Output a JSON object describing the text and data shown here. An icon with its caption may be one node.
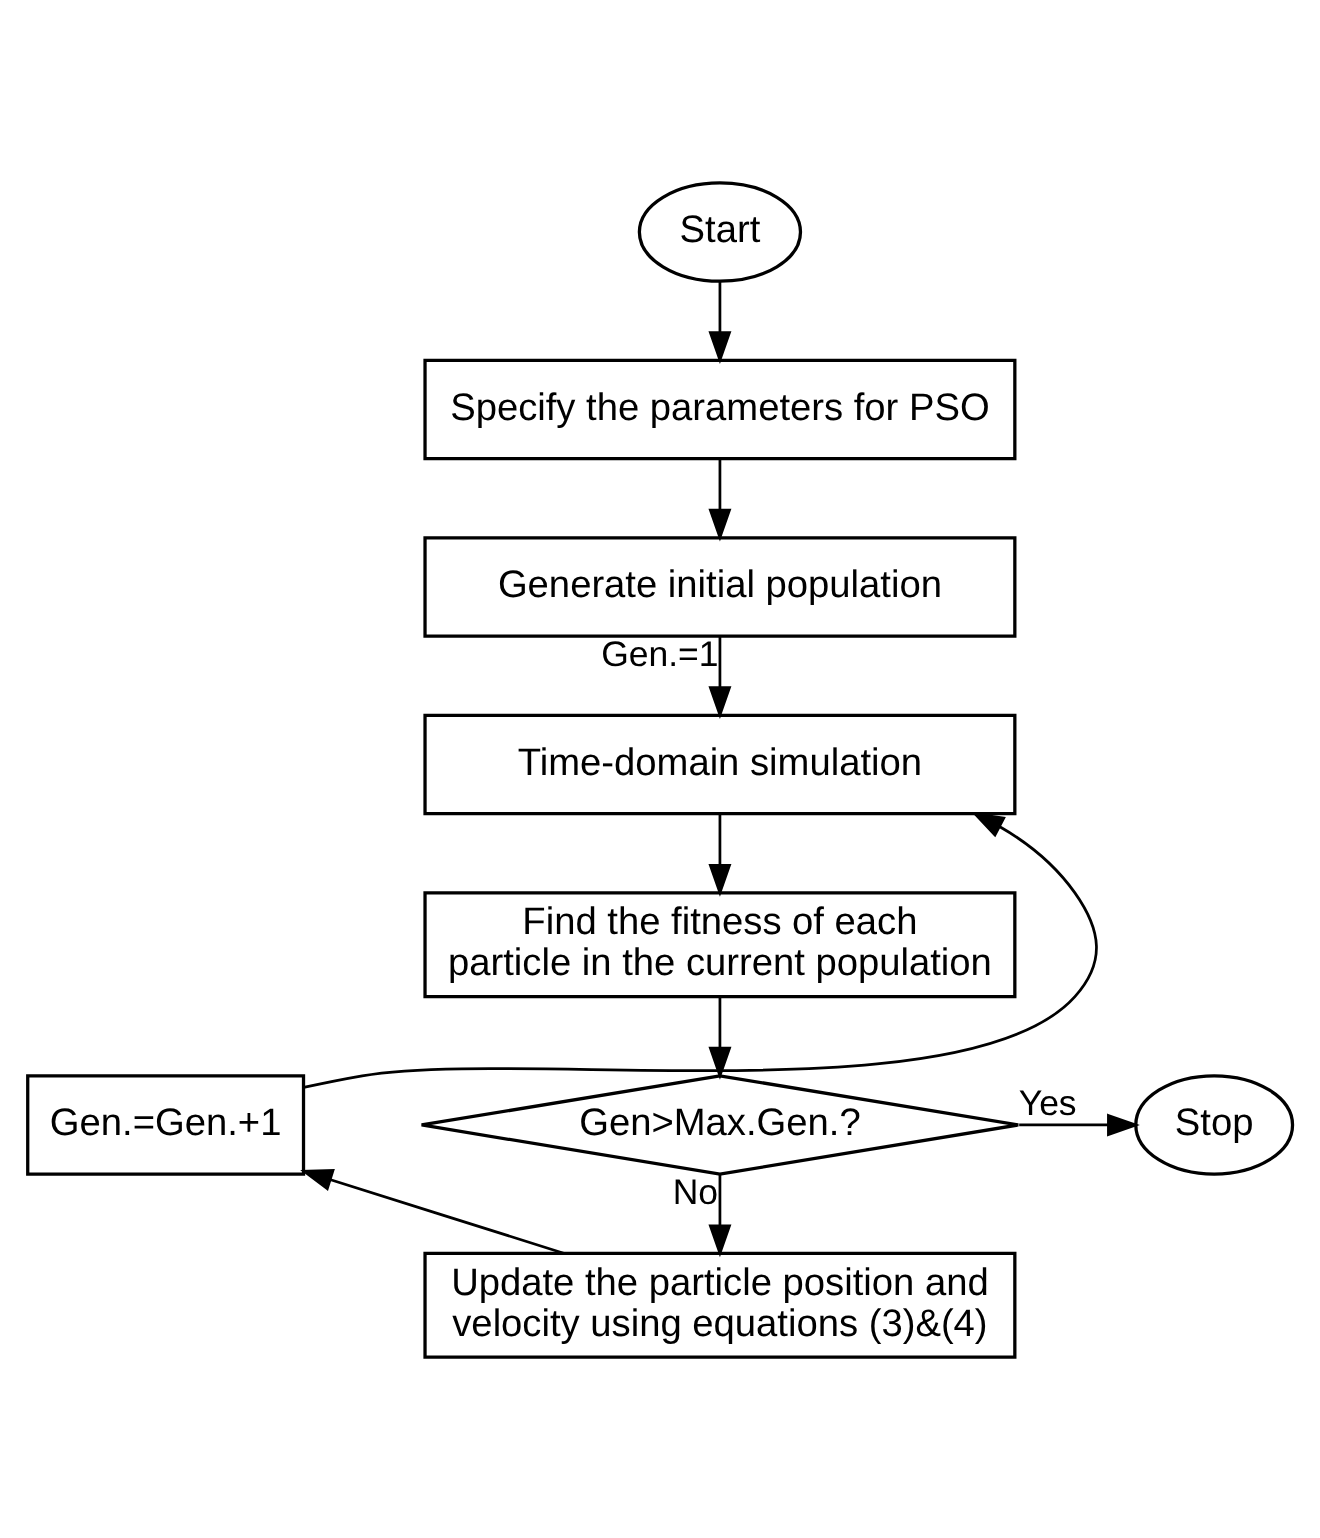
{
  "diagram": {
    "nodes": [
      {
        "text": [
          "Start"
        ]
      },
      {
        "text": [
          "Specify the parameters for PSO"
        ]
      },
      {
        "text": [
          "Generate initial population"
        ]
      },
      {
        "text": [
          "Time-domain simulation"
        ]
      },
      {
        "text": [
          "Find the fitness of each particle in the current population"
        ]
      },
      {
        "text": [
          "Gen>Max.Gen.?"
        ]
      },
      {
        "text": [
          "Stop"
        ]
      },
      {
        "text": [
          "Update the particle position and velocity using equations (3)&(4)"
        ]
      },
      {
        "text": [
          "Gen.=Gen.+1"
        ]
      }
    ],
    "edges": [
      {
        "from": 0,
        "to": 1,
        "arrow": "to"
      },
      {
        "from": 1,
        "to": 2,
        "arrow": "to"
      },
      {
        "from": 2,
        "to": 3,
        "arrow": "to",
        "label": "Gen.=1"
      },
      {
        "from": 3,
        "to": 4,
        "arrow": "to"
      },
      {
        "from": 4,
        "to": 5,
        "arrow": "to"
      },
      {
        "from": 5,
        "to": 6,
        "arrow": "to",
        "label": "Yes"
      },
      {
        "from": 5,
        "to": 7,
        "arrow": "to",
        "label": "No"
      },
      {
        "from": 7,
        "to": 8,
        "arrow": "to"
      },
      {
        "from": 8,
        "to": 3,
        "arrow": "to"
      }
    ]
  }
}
